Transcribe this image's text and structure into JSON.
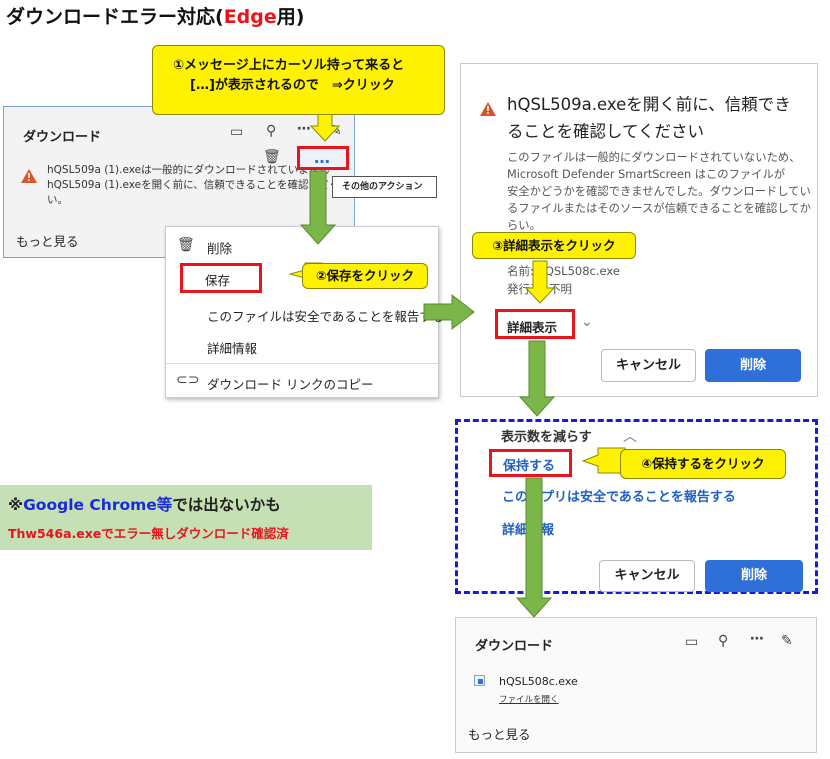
{
  "page_title_prefix": "ダウンロードエラー対応(",
  "page_title_accent": "Edge",
  "page_title_suffix": "用)",
  "callout1": {
    "line1": "①メッセージ上にカーソル持って来ると",
    "line2": "[…]が表示されるので　⇒クリック"
  },
  "callout2": "②保存をクリック",
  "callout3": "③詳細表示をクリック",
  "callout4": "④保持するをクリック",
  "dl_panel1": {
    "title": "ダウンロード",
    "line1": "hQSL509a (1).exeは一般的にダウンロードされていません",
    "line2": "hQSL509a (1).exeを開く前に、信頼できることを確認してくださ",
    "line3": "い。",
    "more": "もっと見る",
    "more_actions_glyph": "…",
    "tooltip": "その他のアクション"
  },
  "context_menu": {
    "delete": "削除",
    "save": "保存",
    "report": "このファイルは安全であることを報告する",
    "details": "詳細情報",
    "copy_link": "ダウンロード リンクのコピー"
  },
  "dialog": {
    "title_line1": "hQSL509a.exeを開く前に、信頼でき",
    "title_line2": "ることを確認してください",
    "body_lines": [
      "このファイルは一般的にダウンロードされていないため、",
      "Microsoft Defender SmartScreen はこのファイルが",
      "安全かどうかを確認できませんでした。ダウンロードしてい",
      "るファイルまたはそのソースが信頼できることを確認してか",
      "らい。"
    ],
    "name_line": "名前: hQSL508c.exe",
    "publisher_line": "発行元: 不明",
    "details_button": "詳細表示",
    "cancel": "キャンセル",
    "delete": "削除"
  },
  "expanded": {
    "collapse": "表示数を減らす",
    "keep": "保持する",
    "report": "このアプリは安全であることを報告する",
    "details": "詳細情報",
    "cancel": "キャンセル",
    "delete": "削除"
  },
  "note": {
    "line1_prefix": "※",
    "line1_brand": "Google Chrome等",
    "line1_suffix": "では出ないかも",
    "line2": "Thw546a.exeでエラー無しダウンロード確認済"
  },
  "dl_panel2": {
    "title": "ダウンロード",
    "file": "hQSL508c.exe",
    "open_link": "ファイルを開く",
    "more": "もっと見る"
  },
  "colors": {
    "accent_red": "#e8131b",
    "callout_yellow": "#fff200",
    "arrow_green": "#7ab648",
    "edge_blue": "#2f6fd8"
  }
}
